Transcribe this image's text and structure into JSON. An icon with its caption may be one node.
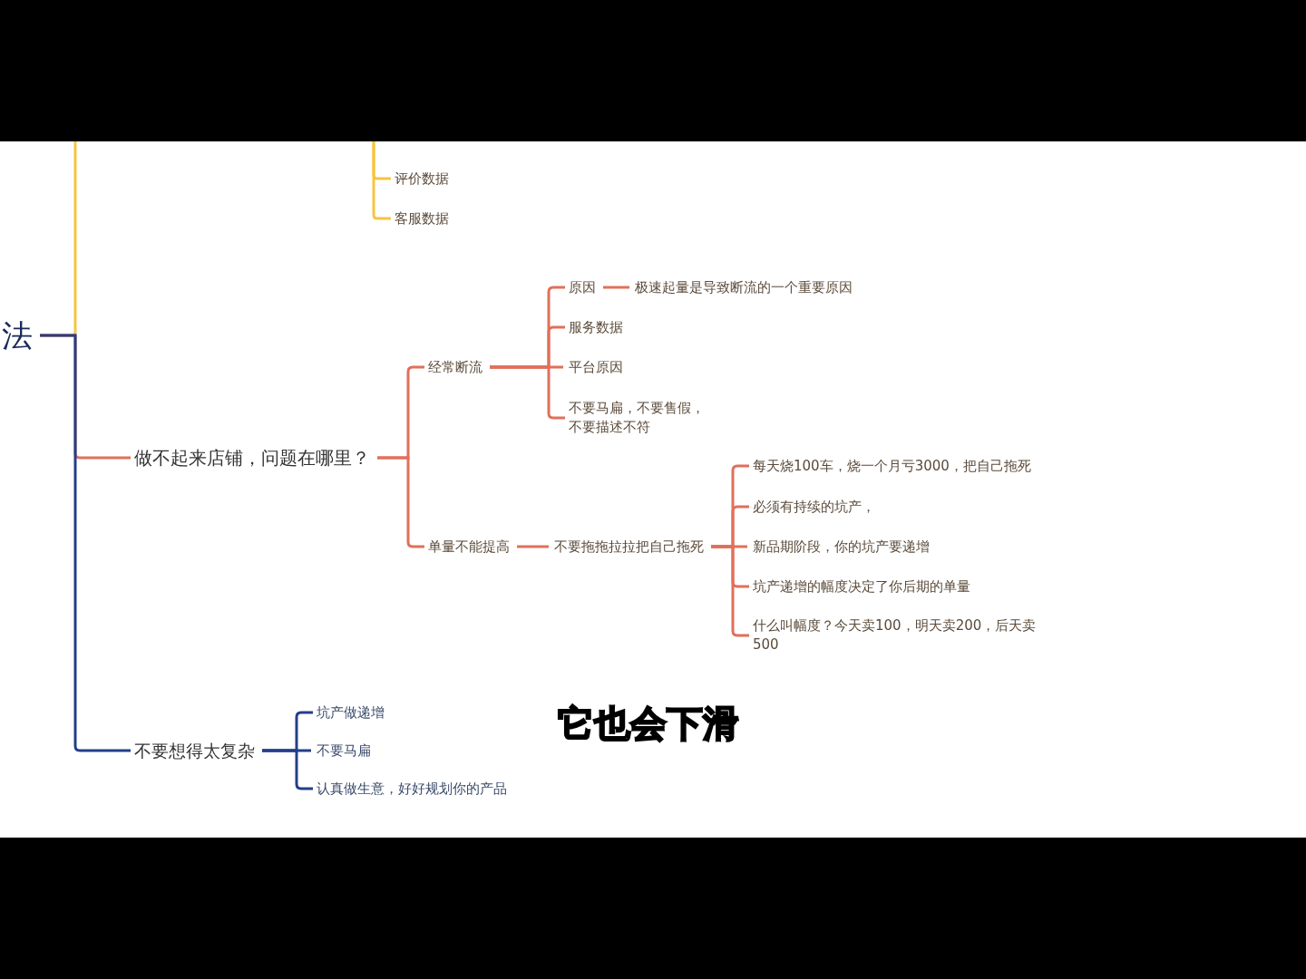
{
  "diagram": {
    "nodes": [
      {
        "text": [
          "法"
        ]
      },
      {
        "text": [
          "评价数据"
        ]
      },
      {
        "text": [
          "客服数据"
        ]
      },
      {
        "text": [
          "做不起来店铺，问题在哪里？"
        ]
      },
      {
        "text": [
          "经常断流"
        ]
      },
      {
        "text": [
          "原因"
        ]
      },
      {
        "text": [
          "极速起量是导致断流的一个重要原因"
        ]
      },
      {
        "text": [
          "服务数据"
        ]
      },
      {
        "text": [
          "平台原因"
        ]
      },
      {
        "text": [
          "不要马扁，不要售假，不要描述不符"
        ]
      },
      {
        "text": [
          "单量不能提高"
        ]
      },
      {
        "text": [
          "不要拖拖拉拉把自己拖死"
        ]
      },
      {
        "text": [
          "每天烧100车，烧一个月亏3000，把自己拖死"
        ]
      },
      {
        "text": [
          "必须有持续的坑产，"
        ]
      },
      {
        "text": [
          "新品期阶段，你的坑产要递增"
        ]
      },
      {
        "text": [
          "坑产递增的幅度决定了你后期的单量"
        ]
      },
      {
        "text": [
          "什么叫幅度？今天卖100，明天卖200，后天卖500"
        ]
      },
      {
        "text": [
          "不要想得太复杂"
        ]
      },
      {
        "text": [
          "坑产做递增"
        ]
      },
      {
        "text": [
          "不要马扁"
        ]
      },
      {
        "text": [
          "认真做生意，好好规划你的产品"
        ]
      }
    ],
    "edges": [
      {
        "from": 0,
        "to": null,
        "arrow": "none",
        "color": "#f5c542"
      },
      {
        "from": null,
        "to": 1,
        "arrow": "none",
        "color": "#f5c542"
      },
      {
        "from": null,
        "to": 2,
        "arrow": "none",
        "color": "#f5c542"
      },
      {
        "from": 0,
        "to": 3,
        "arrow": "none",
        "color": "#e0705a"
      },
      {
        "from": 3,
        "to": 4,
        "arrow": "none",
        "color": "#e0705a"
      },
      {
        "from": 4,
        "to": 5,
        "arrow": "none",
        "color": "#e0705a"
      },
      {
        "from": 5,
        "to": 6,
        "arrow": "none",
        "color": "#e0705a"
      },
      {
        "from": 4,
        "to": 7,
        "arrow": "none",
        "color": "#e0705a"
      },
      {
        "from": 4,
        "to": 8,
        "arrow": "none",
        "color": "#e0705a"
      },
      {
        "from": 4,
        "to": 9,
        "arrow": "none",
        "color": "#e0705a"
      },
      {
        "from": 3,
        "to": 10,
        "arrow": "none",
        "color": "#e0705a"
      },
      {
        "from": 10,
        "to": 11,
        "arrow": "none",
        "color": "#e0705a"
      },
      {
        "from": 11,
        "to": 12,
        "arrow": "none",
        "color": "#e0705a"
      },
      {
        "from": 11,
        "to": 13,
        "arrow": "none",
        "color": "#e0705a"
      },
      {
        "from": 11,
        "to": 14,
        "arrow": "none",
        "color": "#e0705a"
      },
      {
        "from": 11,
        "to": 15,
        "arrow": "none",
        "color": "#e0705a"
      },
      {
        "from": 11,
        "to": 16,
        "arrow": "none",
        "color": "#e0705a"
      },
      {
        "from": 0,
        "to": 17,
        "arrow": "none",
        "color": "#233e8b"
      },
      {
        "from": 17,
        "to": 18,
        "arrow": "none",
        "color": "#233e8b"
      },
      {
        "from": 17,
        "to": 19,
        "arrow": "none",
        "color": "#233e8b"
      },
      {
        "from": 17,
        "to": 20,
        "arrow": "none",
        "color": "#233e8b"
      }
    ],
    "labels": [
      "它也会下滑"
    ]
  }
}
